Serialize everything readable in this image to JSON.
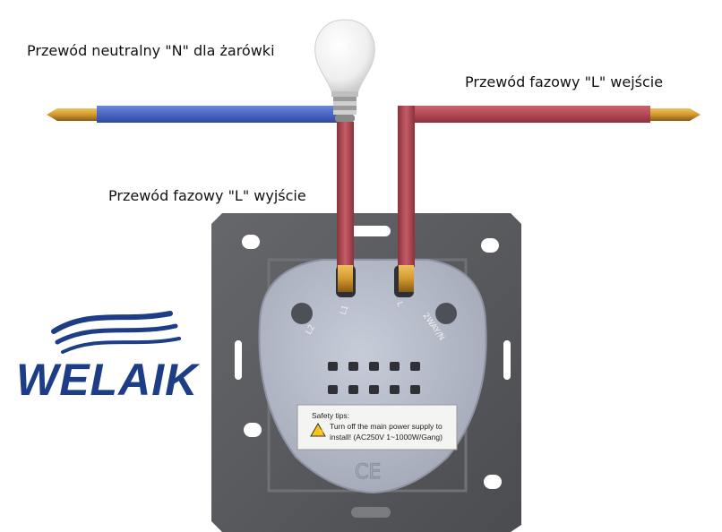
{
  "labels": {
    "neutral": "Przewód neutralny \"N\" dla żarówki",
    "phase_in": "Przewód fazowy \"L\" wejście",
    "phase_out": "Przewód fazowy \"L\" wyjście"
  },
  "terminals": {
    "l2": "L2",
    "l1": "L1",
    "l": "L",
    "twoway": "2WAY/N"
  },
  "safety": {
    "title": "Safety tips:",
    "line1": "Turn off the main power supply to",
    "line2": "install! (AC250V  1~1000W/Gang)"
  },
  "marks": {
    "ce": "CE"
  },
  "brand": {
    "name": "WELAIK"
  },
  "colors": {
    "neutral_wire": "#4b66c4",
    "phase_wire": "#b34a55",
    "copper": "#d9a441",
    "plate": "#56575b",
    "module": "#b6bcc9",
    "brand": "#1e3d87"
  }
}
